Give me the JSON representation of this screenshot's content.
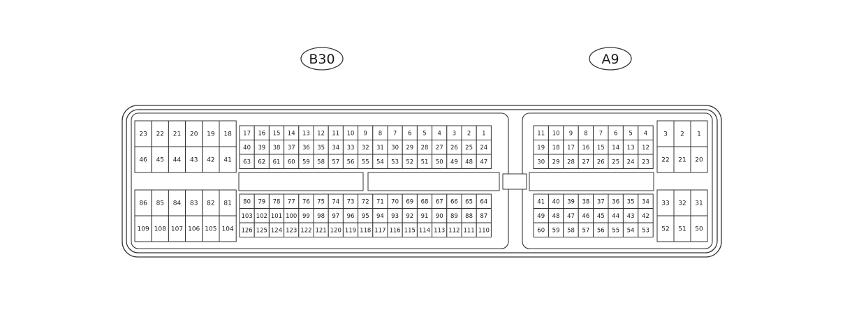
{
  "connectors": {
    "b30": {
      "label": "B30",
      "left_upper": [
        [
          "23",
          "22",
          "21",
          "20",
          "19",
          "18"
        ],
        [
          "46",
          "45",
          "44",
          "43",
          "42",
          "41"
        ]
      ],
      "right_upper": [
        [
          "17",
          "16",
          "15",
          "14",
          "13",
          "12",
          "11",
          "10",
          "9",
          "8",
          "7",
          "6",
          "5",
          "4",
          "3",
          "2",
          "1"
        ],
        [
          "40",
          "39",
          "38",
          "37",
          "36",
          "35",
          "34",
          "33",
          "32",
          "31",
          "30",
          "29",
          "28",
          "27",
          "26",
          "25",
          "24"
        ],
        [
          "63",
          "62",
          "61",
          "60",
          "59",
          "58",
          "57",
          "56",
          "55",
          "54",
          "53",
          "52",
          "51",
          "50",
          "49",
          "48",
          "47"
        ]
      ],
      "left_lower": [
        [
          "86",
          "85",
          "84",
          "83",
          "82",
          "81"
        ],
        [
          "109",
          "108",
          "107",
          "106",
          "105",
          "104"
        ]
      ],
      "right_lower": [
        [
          "80",
          "79",
          "78",
          "77",
          "76",
          "75",
          "74",
          "73",
          "72",
          "71",
          "70",
          "69",
          "68",
          "67",
          "66",
          "65",
          "64"
        ],
        [
          "103",
          "102",
          "101",
          "100",
          "99",
          "98",
          "97",
          "96",
          "95",
          "94",
          "93",
          "92",
          "91",
          "90",
          "89",
          "88",
          "87"
        ],
        [
          "126",
          "125",
          "124",
          "123",
          "122",
          "121",
          "120",
          "119",
          "118",
          "117",
          "116",
          "115",
          "114",
          "113",
          "112",
          "111",
          "110"
        ]
      ]
    },
    "a9": {
      "label": "A9",
      "upper": [
        [
          "11",
          "10",
          "9",
          "8",
          "7",
          "6",
          "5",
          "4"
        ],
        [
          "19",
          "18",
          "17",
          "16",
          "15",
          "14",
          "13",
          "12"
        ],
        [
          "30",
          "29",
          "28",
          "27",
          "26",
          "25",
          "24",
          "23"
        ]
      ],
      "upper_right": [
        [
          "3",
          "2",
          "1"
        ],
        [
          "22",
          "21",
          "20"
        ]
      ],
      "lower": [
        [
          "41",
          "40",
          "39",
          "38",
          "37",
          "36",
          "35",
          "34"
        ],
        [
          "49",
          "48",
          "47",
          "46",
          "45",
          "44",
          "43",
          "42"
        ],
        [
          "60",
          "59",
          "58",
          "57",
          "56",
          "55",
          "54",
          "53"
        ]
      ],
      "lower_right": [
        [
          "33",
          "32",
          "31"
        ],
        [
          "52",
          "51",
          "50"
        ]
      ]
    }
  }
}
